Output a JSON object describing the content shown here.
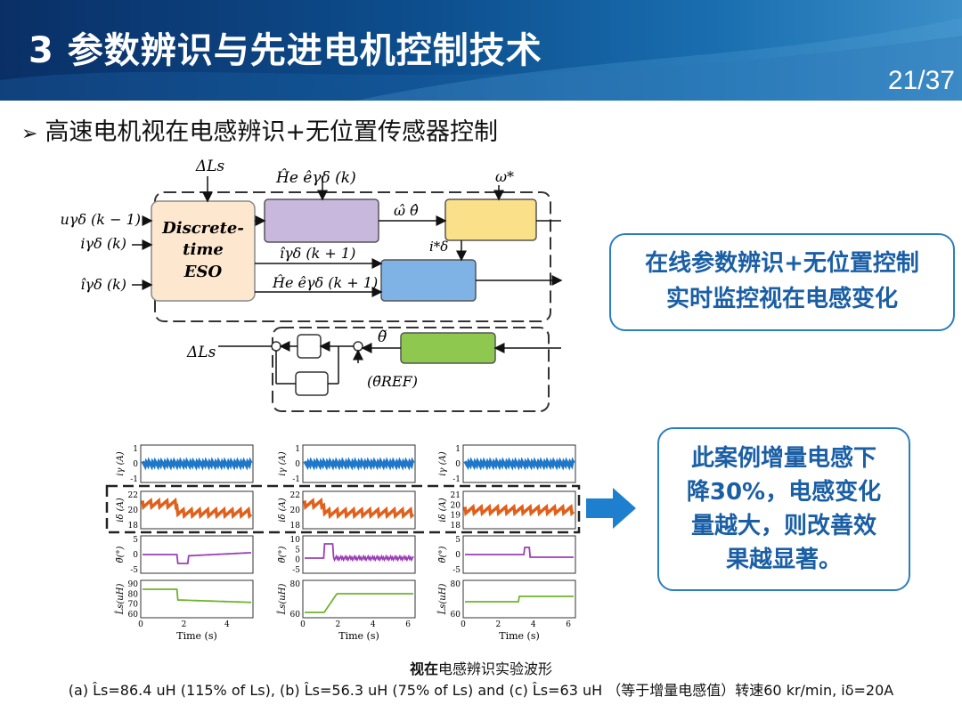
{
  "header": {
    "title": "3 参数辨识与先进电机控制技术",
    "page": "21/37"
  },
  "bullet": {
    "text": "高速电机视在电感辨识+无位置传感器控制"
  },
  "diagram": {
    "label_dls_top": "ΔLs",
    "label_H_top": "Ĥe êγδ (k)",
    "label_omega_star": "ω*",
    "input1": "uγδ (k − 1)",
    "input2": "iγδ (k)",
    "input3": "îγδ (k)",
    "eso_line1": "Discrete-",
    "eso_line2": "time",
    "eso_line3": "ESO",
    "omega_theta": "ω̂  θ̂",
    "i_star": "i*δ",
    "i_hat_k1": "îγδ (k + 1)",
    "H_k1": "Ĥe êγδ (k + 1)",
    "dls_bottom": "ΔLs",
    "theta_tilde": "θ̃",
    "theta_ref": "(θ̃REF)"
  },
  "waveforms": {
    "time_label": "Time (s)",
    "ylabels": [
      "iγ (A)",
      "iδ (A)",
      "θ̃(°)",
      "L̂s(uH)"
    ],
    "panel_a": {
      "iy_ticks": [
        "1",
        "0",
        "-1"
      ],
      "id_ticks": [
        "22",
        "20",
        "18"
      ],
      "th_ticks": [
        "5",
        "0",
        "-5"
      ],
      "ls_ticks": [
        "90",
        "80",
        "70",
        "60"
      ],
      "x_ticks": [
        "0",
        "2",
        "4"
      ]
    },
    "panel_b": {
      "iy_ticks": [
        "1",
        "0",
        "-1"
      ],
      "id_ticks": [
        "22",
        "20",
        "18"
      ],
      "th_ticks": [
        "10",
        "5",
        "0",
        "-5"
      ],
      "ls_ticks": [
        "80",
        "60"
      ],
      "x_ticks": [
        "0",
        "2",
        "4",
        "6"
      ]
    },
    "panel_c": {
      "iy_ticks": [
        "1",
        "0",
        "-1"
      ],
      "id_ticks": [
        "21",
        "20",
        "19",
        "18"
      ],
      "th_ticks": [
        "5",
        "0",
        "-5"
      ],
      "ls_ticks": [
        "80",
        "60"
      ],
      "x_ticks": [
        "0",
        "2",
        "4",
        "6"
      ]
    }
  },
  "callouts": {
    "c1_line1": "在线参数辨识+无位置控制",
    "c1_line2": "实时监控视在电感变化",
    "c2_line1": "此案例增量电感下",
    "c2_line2": "降30%，电感变化",
    "c2_line3": "量越大，则改善效",
    "c2_line4": "果越显著。"
  },
  "caption": {
    "line1_bold": "视在",
    "line1_rest": "电感辨识实验波形",
    "line2": "(a) L̂s=86.4 uH (115% of Ls), (b) L̂s=56.3 uH (75% of Ls) and (c) L̂s=63 uH （等于增量电感值）转速60 kr/min, iδ=20A"
  },
  "colors": {
    "header_dark": "#0a2f66",
    "header_light": "#3c8fc8",
    "callout_border": "#2a7fc0",
    "callout_text": "#1a5fa5",
    "eso_fill": "#fde7cf",
    "purple_block": "#c9b8de",
    "yellow_block": "#fbe08a",
    "blue_block": "#7fb3e6",
    "green_block": "#8fc84e",
    "trace_blue": "#1f77c9",
    "trace_orange": "#e0601c",
    "trace_purple": "#9b3fb5",
    "trace_green": "#6fb32e",
    "arrow_blue": "#1f7fcf"
  }
}
